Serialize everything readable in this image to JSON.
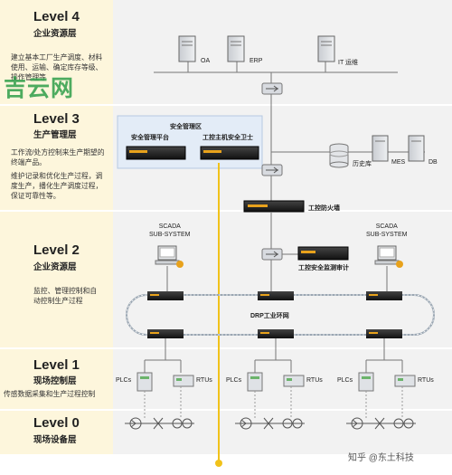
{
  "levels": [
    {
      "title": "Level 4",
      "subtitle": "企业资源层",
      "desc": "建立基本工厂生产调度、材料使用、运输、确定库存等级、操作管理等"
    },
    {
      "title": "Level 3",
      "subtitle": "生产管理层",
      "desc": "工作流/处方控制来生产期望的终端产品。",
      "desc2": "维护记录和优化生产过程，调度生产，播化生产调度过程，保证可靠性等。"
    },
    {
      "title": "Level 2",
      "subtitle": "企业资源层",
      "desc": "监控、管理控制和自动控制生产过程"
    },
    {
      "title": "Level 1",
      "subtitle": "现场控制层",
      "desc": "传感数据采集和生产过程控制"
    },
    {
      "title": "Level 0",
      "subtitle": "现场设备层",
      "desc": ""
    }
  ],
  "watermark": "吉云网",
  "footer_watermark": "知乎 @东土科技",
  "level4": {
    "servers": [
      "OA",
      "ERP",
      "IT 运维"
    ]
  },
  "level3": {
    "security_zone_title": "安全管理区",
    "security_platform": "安全管理平台",
    "host_guard": "工控主机安全卫士",
    "servers": [
      "历史库",
      "MES",
      "DB"
    ],
    "firewall": "工控防火墙"
  },
  "level2": {
    "scada_left": "SCADA\nSUB-SYSTEM",
    "scada_right": "SCADA\nSUB-SYSTEM",
    "audit": "工控安全监测审计",
    "ring": "DRP工业环网"
  },
  "level1": {
    "plc": "PLCs",
    "rtu": "RTUs"
  },
  "colors": {
    "level_bg": "#fdf6dc",
    "band_bg": "#f0f0f0",
    "accent": "#e8a21c",
    "zone_bg": "#e3ecf7",
    "ring": "#9aa6b2"
  }
}
